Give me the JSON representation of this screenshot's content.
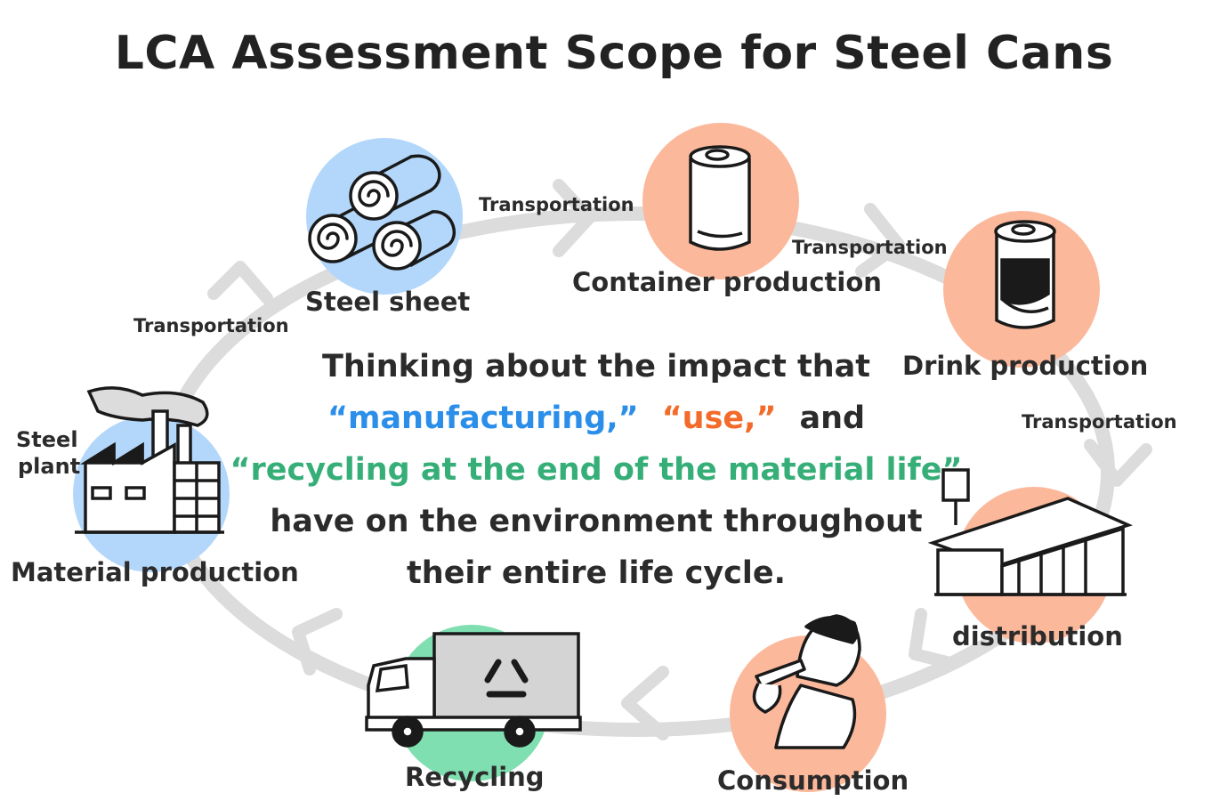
{
  "title": "LCA Assessment Scope for Steel Cans",
  "stages": {
    "steel_sheet": "Steel sheet",
    "container_production": "Container production",
    "drink_production": "Drink production",
    "distribution": "distribution",
    "consumption": "Consumption",
    "recycling": "Recycling",
    "material_production": "Material production",
    "steel_plant_line1": "Steel",
    "steel_plant_line2": "plant"
  },
  "transport_label": "Transportation",
  "center": {
    "line1": "Thinking about the impact that",
    "kw_manufacturing": "“manufacturing,”",
    "kw_use": "“use,”",
    "and": "and",
    "kw_recycling": "“recycling at the end of the material life”",
    "line4": "have on the environment throughout",
    "line5": "their entire life cycle."
  },
  "colors": {
    "blue_circle": "#b3d7fa",
    "orange_circle": "#fbb89a",
    "green_circle": "#7fdfb0",
    "cycle_ring": "#dcdcdc",
    "keyword_blue": "#2b8ee8",
    "keyword_orange": "#f26b2a",
    "keyword_green": "#36ae78"
  },
  "icons": [
    "steel-coils-icon",
    "can-icon",
    "drink-can-icon",
    "store-icon",
    "drinking-person-icon",
    "recycling-truck-icon",
    "factory-icon"
  ]
}
